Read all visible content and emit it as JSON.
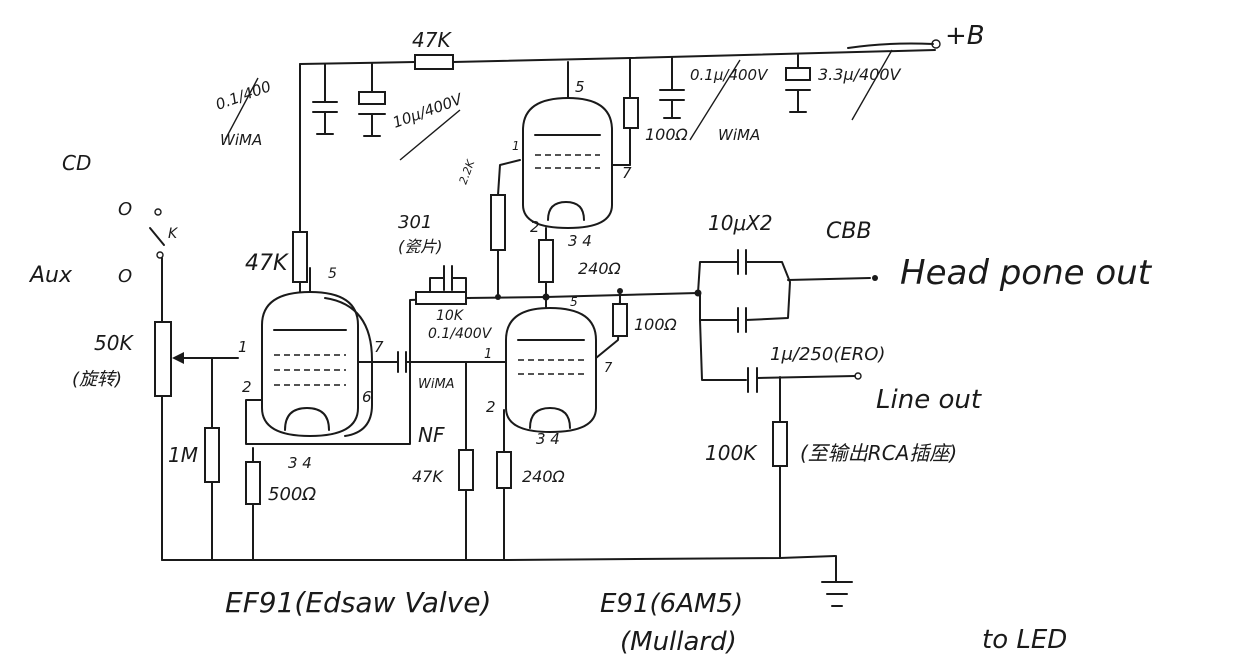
{
  "labels": {
    "r_47k_top": "47K",
    "b_plus": "+B",
    "cap_01_400_a": "0.1/400",
    "cap_01_400_wima_a": "WiMA",
    "cap_10u_400v_a": "10μ/400V",
    "cap_01u_400v_b": "0.1μ/400V",
    "cap_01u_400v_wima_b": "WiMA",
    "cap_33u_400v": "3.3μ/400V",
    "r_100_top": "100Ω",
    "pin5_a": "5",
    "pin7_a": "7",
    "r_22k": "2.2K",
    "pin1_a": "1",
    "pin2_a": "2",
    "pins34_a": "3 4",
    "r_240_top": "240Ω",
    "cd": "CD",
    "o_upper": "O",
    "k_switch": "K",
    "aux": "Aux",
    "o_lower": "O",
    "r_47k_left": "47K",
    "pin5_ef91": "5",
    "pot_50k": "50K",
    "pot_50k_note": "(旋转)",
    "pin1_ef91": "1",
    "pin2_ef91": "2",
    "pin6_ef91": "6",
    "pin7_ef91": "7",
    "pins34_ef91": "3 4",
    "r_1m": "1M",
    "r_500": "500Ω",
    "cap_301": "301",
    "cap_301_note": "(瓷片)",
    "r_10k": "10K",
    "cap_01_400v_c": "0.1/400V",
    "cap_wima_c": "WiMA",
    "nf": "NF",
    "r_47k_nf": "47K",
    "pin5_b": "5",
    "pin1_b": "1",
    "pin7_b": "7",
    "pin2_b": "2",
    "pins34_b": "3 4",
    "r_240_bottom": "240Ω",
    "r_100_mid": "100Ω",
    "cap_10u_x2": "10μX2",
    "cbb": "CBB",
    "headphone_out": "Head pone out",
    "cap_1u_250": "1μ/250(ERO)",
    "line_out": "Line out",
    "r_100k": "100K",
    "rca_note": "(至输出RCA插座)",
    "ef91_caption": "EF91(Edsaw Valve)",
    "e91_caption": "E91(6AM5)",
    "mullard": "(Mullard)",
    "to_led": "to LED"
  },
  "colors": {
    "ink": "#1a1a1a",
    "paper": "#ffffff"
  }
}
